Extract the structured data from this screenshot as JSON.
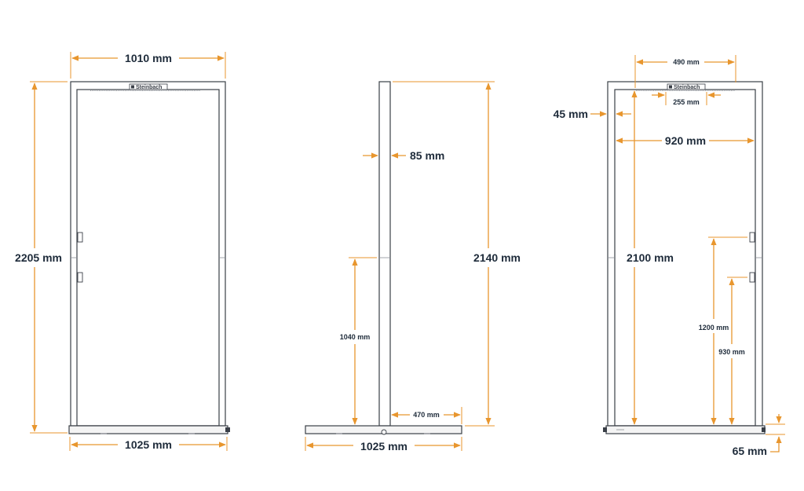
{
  "colors": {
    "dimension": "#e8962e",
    "outline": "#3a3f47",
    "text": "#1e2b3a"
  },
  "brand": {
    "logo": "Steinbach",
    "logo_icon": "steinbach-logo-icon"
  },
  "front_view": {
    "width_top": "1010 mm",
    "width_base": "1025 mm",
    "height_total": "2205 mm"
  },
  "side_view": {
    "depth_frame": "85 mm",
    "height_frame": "2140 mm",
    "hinge_height": "1040 mm",
    "foot_half_depth": "470 mm",
    "depth_base": "1025 mm"
  },
  "rear_view": {
    "logo_width": "490 mm",
    "logo_inner": "255 mm",
    "frame_side": "45 mm",
    "inner_width": "920 mm",
    "inner_height": "2100 mm",
    "upper_bracket_height": "1200 mm",
    "lower_bracket_height": "930 mm",
    "base_height": "65 mm"
  }
}
